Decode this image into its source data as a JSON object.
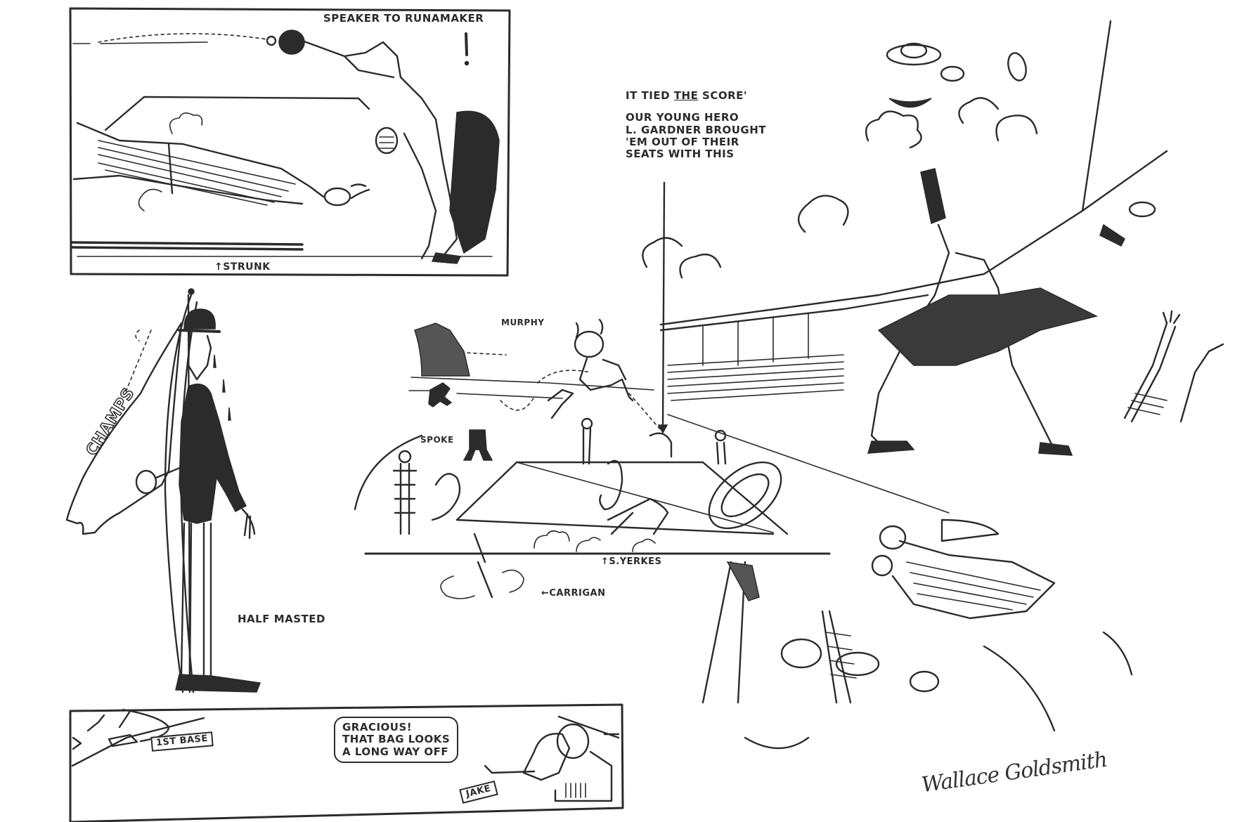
{
  "artwork": {
    "type": "editorial baseball cartoon",
    "palette": {
      "ink": "#2b2b2b",
      "paper": "#ffffff"
    }
  },
  "panels": {
    "top_inset": {
      "caption": "Speaker to Runamaker",
      "exclamation": "!",
      "player_label": "↑Strunk"
    },
    "center_field": {
      "labels": {
        "murphy": "Murphy",
        "spoke": "Spoke",
        "yerkes": "↑S.Yerkes",
        "carrigan": "←Carrigan"
      }
    },
    "caption_block": {
      "line1_prefix": "It tied ",
      "line1_underlined": "the",
      "line1_suffix": " score'",
      "body": [
        "Our young hero",
        "L. Gardner brought",
        "'em out of their",
        "seats with this"
      ]
    },
    "left_figure": {
      "pennant_text": "Champs",
      "label": "Half Masted"
    },
    "bottom_inset": {
      "base_label": "1st Base",
      "speech_lines": [
        "Gracious!",
        "That bag looks",
        "a long way off"
      ],
      "name_tag": "Jake"
    },
    "signature": "Wallace Goldsmith"
  }
}
